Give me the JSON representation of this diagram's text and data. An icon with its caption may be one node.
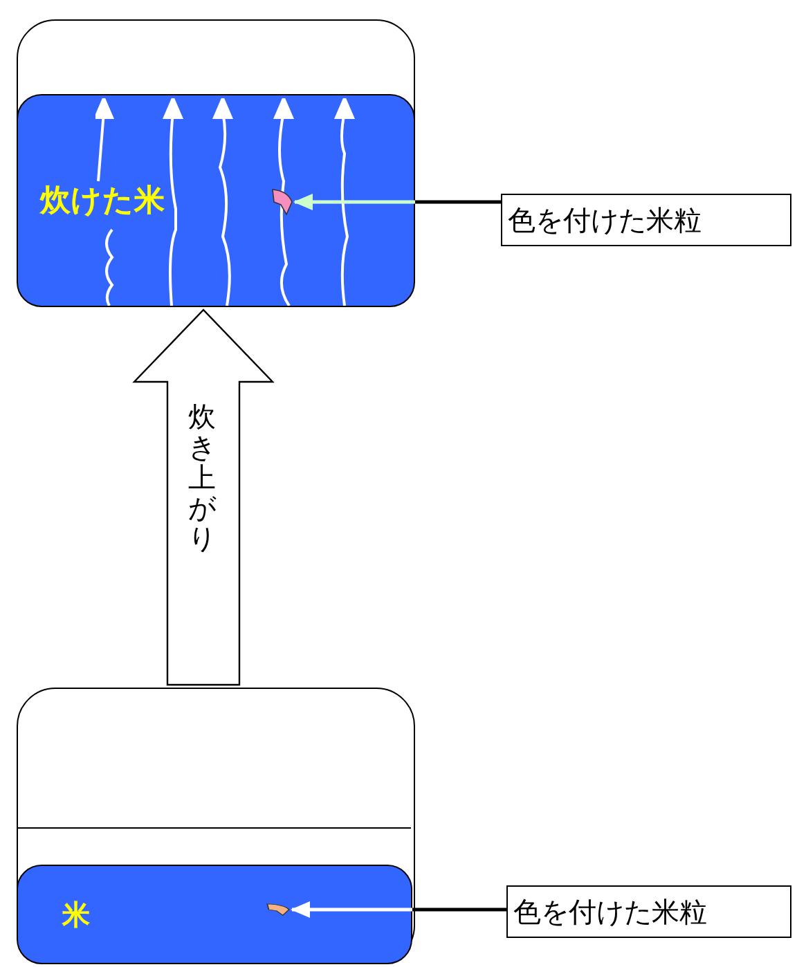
{
  "diagram": {
    "nodes": [
      {
        "text": [],
        "shape": "box"
      },
      {
        "text": [
          "炊けた米"
        ],
        "in": 0
      },
      {
        "text": [],
        "shape": "grain",
        "in": 1
      },
      {
        "text": [
          "色を付けた米粒"
        ]
      },
      {
        "text": [],
        "shape": "box"
      },
      {
        "text": [
          "米"
        ],
        "in": 4
      },
      {
        "text": [],
        "shape": "grain",
        "in": 5
      },
      {
        "text": [
          "色を付けた米粒"
        ]
      }
    ],
    "edges": [
      {
        "from": 4,
        "to": 0,
        "arrow": "to",
        "label": "炊き上がり",
        "style": "thick"
      },
      {
        "from": 3,
        "to": 2,
        "arrow": "to",
        "color": "#ccffcc"
      },
      {
        "from": 7,
        "to": 6,
        "arrow": "to",
        "color": "#ffffff"
      }
    ]
  }
}
